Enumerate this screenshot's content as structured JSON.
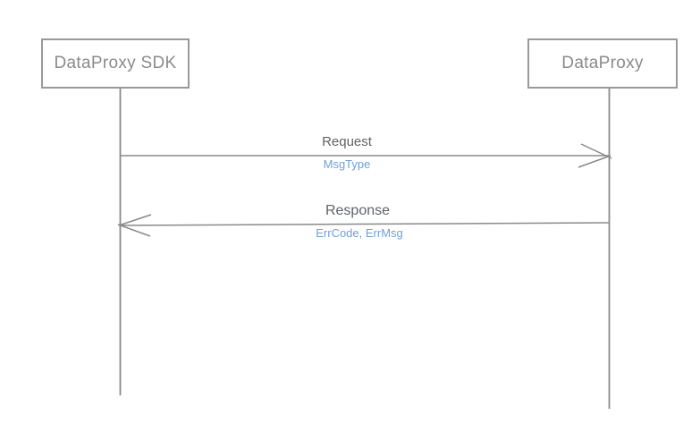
{
  "diagram": {
    "type": "sequence-diagram",
    "actors": [
      {
        "label": "DataProxy SDK"
      },
      {
        "label": "DataProxy"
      }
    ],
    "messages": [
      {
        "name": "Request",
        "params": "MsgType",
        "from": "DataProxy SDK",
        "to": "DataProxy",
        "direction": "right"
      },
      {
        "name": "Response",
        "params": "ErrCode, ErrMsg",
        "from": "DataProxy",
        "to": "DataProxy SDK",
        "direction": "left"
      }
    ],
    "colors": {
      "box_border": "#999999",
      "box_text": "#8b8b8b",
      "line": "#8a8a8a",
      "label_text": "#5f6368",
      "param_text": "#6f9fdb"
    }
  }
}
